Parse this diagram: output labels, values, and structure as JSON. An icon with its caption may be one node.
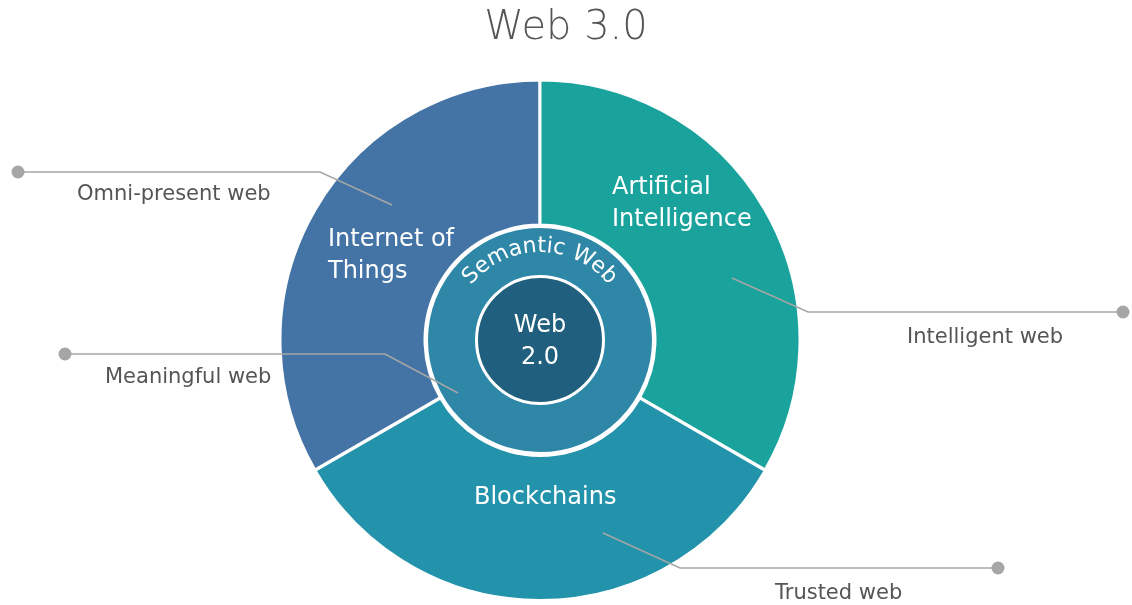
{
  "diagram": {
    "title": "Web 3.0",
    "nodes": [
      {
        "text": [
          "Internet of Things"
        ]
      },
      {
        "text": [
          "Artificial Intelligence"
        ]
      },
      {
        "text": [
          "Blockchains"
        ]
      },
      {
        "text": [
          "Semantic Web"
        ]
      },
      {
        "text": [
          "Web 2.0"
        ],
        "in": 3
      },
      {
        "text": [
          "Omni-present web"
        ]
      },
      {
        "text": [
          "Meaningful web"
        ]
      },
      {
        "text": [
          "Intelligent web"
        ]
      },
      {
        "text": [
          "Trusted web"
        ]
      }
    ],
    "edges": [
      {
        "from": 5,
        "to": 0,
        "arrow": "other"
      },
      {
        "from": 6,
        "to": 3,
        "arrow": "other"
      },
      {
        "from": 7,
        "to": 1,
        "arrow": "other"
      },
      {
        "from": 8,
        "to": 2,
        "arrow": "other"
      }
    ]
  }
}
